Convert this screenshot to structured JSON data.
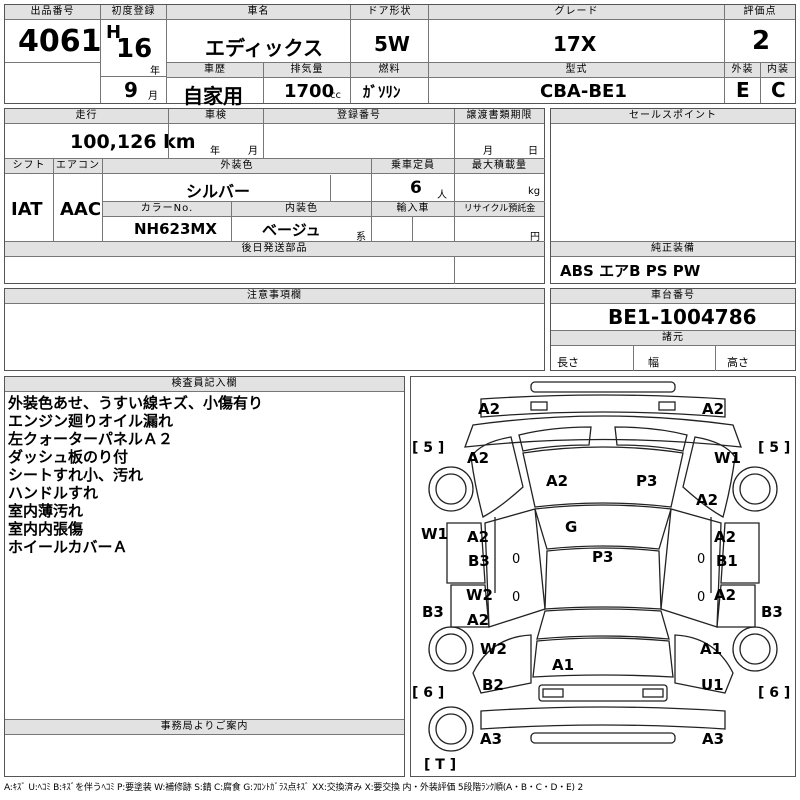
{
  "header": {
    "lot_label": "出品番号",
    "lot_no": "4061",
    "first_reg_label": "初度登録",
    "era": "H",
    "era_year": "16",
    "year_unit": "年",
    "month": "9",
    "month_unit": "月",
    "name_label": "車名",
    "name": "エディックス",
    "door_label": "ドア形状",
    "door": "5W",
    "grade_label": "グレード",
    "grade": "17X",
    "score_label": "評価点",
    "score": "2",
    "history_label": "車歴",
    "history": "自家用",
    "disp_label": "排気量",
    "disp": "1700",
    "disp_unit": "cc",
    "fuel_label": "燃料",
    "fuel": "ｶﾞｿﾘﾝ",
    "model_label": "型式",
    "model": "CBA-BE1",
    "ext_label": "外装",
    "ext": "E",
    "int_label": "内装",
    "int": "C"
  },
  "row2": {
    "mileage_label": "走行",
    "mileage": "100,126 km",
    "inspection_label": "車検",
    "insp_year": "年",
    "insp_month": "月",
    "reg_label": "登録番号",
    "transfer_label": "譲渡書類期限",
    "transfer_month": "月",
    "transfer_day": "日",
    "shift_label": "シフト",
    "shift": "IAT",
    "ac_label": "エアコン",
    "ac": "AAC",
    "color_label": "外装色",
    "color": "シルバー",
    "capacity_label": "乗車定員",
    "capacity": "6",
    "capacity_unit": "人",
    "load_label": "最大積載量",
    "load_unit": "kg",
    "color_no_label": "カラーNo.",
    "color_no": "NH623MX",
    "int_color_label": "内装色",
    "int_color": "ベージュ",
    "int_color_unit": "系",
    "import_label": "輸入車",
    "recycle_label": "リサイクル預託金",
    "recycle_unit": "円",
    "later_label": "後日発送部品"
  },
  "right": {
    "sales_label": "セールスポイント",
    "equip_label": "純正装備",
    "equip": "ABS エアB PS PW",
    "chassis_label": "車台番号",
    "chassis": "BE1-1004786",
    "spec_label": "諸元",
    "length": "長さ",
    "width": "幅",
    "height": "高さ"
  },
  "caution_label": "注意事項欄",
  "inspector": {
    "label": "検査員記入欄",
    "notes": [
      "外装色あせ、うすい線キズ、小傷有り",
      "エンジン廻りオイル漏れ",
      "左クォーターパネルＡ２",
      "ダッシュ板のり付",
      "シートすれ小、汚れ",
      "ハンドルすれ",
      "室内薄汚れ",
      "室内内張傷",
      "ホイールカバーＡ"
    ]
  },
  "office_label": "事務局よりご案内",
  "diagram": {
    "tl_a2": "A2",
    "tr_a2": "A2",
    "l5": "[ 5 ]",
    "r5": "[ 5 ]",
    "fl_a2": "A2",
    "fr_w1": "W1",
    "hood_a2": "A2",
    "hood_p3": "P3",
    "fr_a2b": "A2",
    "glass_g": "G",
    "l_w1": "W1",
    "l_a2": "A2",
    "l_b3": "B3",
    "roof_p3": "P3",
    "r_a2": "A2",
    "r_b1": "B1",
    "l_w2": "W2",
    "l_a2b": "A2",
    "r_a2b": "A2",
    "l_b3b": "B3",
    "r_b3": "B3",
    "rl_w2": "W2",
    "trunk_a1": "A1",
    "rr_a1": "A1",
    "rl_b2": "B2",
    "rr_u1": "U1",
    "l6": "[ 6 ]",
    "r6": "[ 6 ]",
    "bl_a3": "A3",
    "br_a3": "A3",
    "t": "[ T ]",
    "z1": "0",
    "z2": "0",
    "z3": "0",
    "z4": "0"
  },
  "legend": "A:ｷｽﾞ U:ﾍｺﾐ B:ｷｽﾞを伴うﾍｺﾐ P:要塗装 W:補修跡 S:錆 C:腐食 G:ﾌﾛﾝﾄｶﾞﾗｽ点ｷｽﾞ XX:交換済み X:要交換 内・外装評価 5段階ﾗﾝｸ順(A・B・C・D・E) 2"
}
